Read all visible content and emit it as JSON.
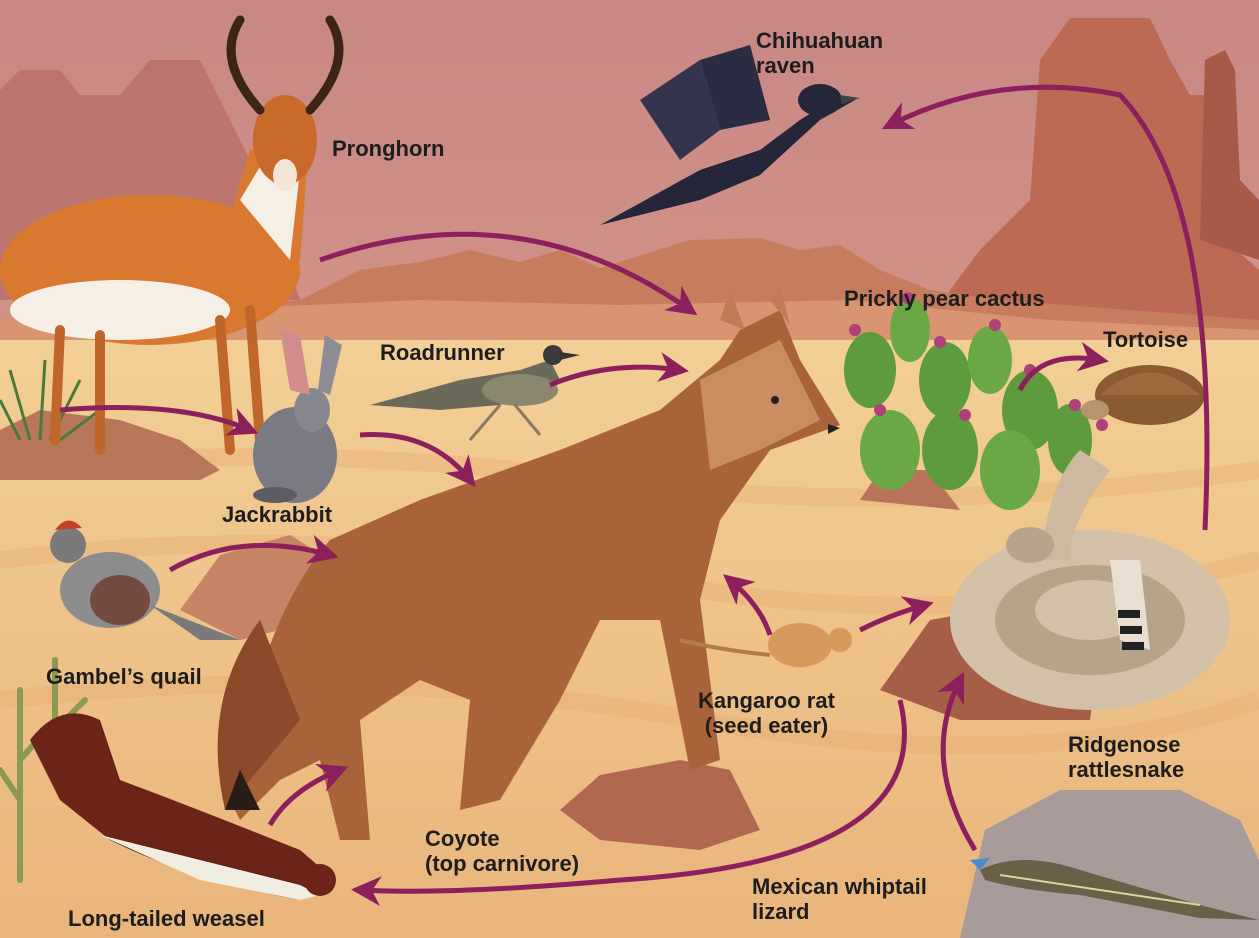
{
  "colors": {
    "sky": "#c98a86",
    "ground": "#f0c98f",
    "arrow": "#8c1f5c",
    "label": "#1d1d1d"
  },
  "organisms": {
    "pronghorn": {
      "label": "Pronghorn",
      "icon": "pronghorn-icon"
    },
    "raven": {
      "line1": "Chihuahuan",
      "line2": "raven",
      "icon": "raven-icon"
    },
    "cactus": {
      "label": "Prickly pear cactus",
      "icon": "cactus-icon"
    },
    "tortoise": {
      "label": "Tortoise",
      "icon": "tortoise-icon"
    },
    "roadrunner": {
      "label": "Roadrunner",
      "icon": "roadrunner-icon"
    },
    "jackrabbit": {
      "label": "Jackrabbit",
      "icon": "jackrabbit-icon"
    },
    "quail": {
      "label": "Gambel’s quail",
      "icon": "quail-icon"
    },
    "weasel": {
      "label": "Long-tailed weasel",
      "icon": "weasel-icon"
    },
    "coyote": {
      "line1": "Coyote",
      "line2": "(top carnivore)",
      "icon": "coyote-icon"
    },
    "kangaroo_rat": {
      "line1": "Kangaroo rat",
      "line2": "(seed eater)",
      "icon": "kangaroo-rat-icon"
    },
    "rattlesnake": {
      "line1": "Ridgenose",
      "line2": "rattlesnake",
      "icon": "rattlesnake-icon"
    },
    "whiptail": {
      "line1": "Mexican whiptail",
      "line2": "lizard",
      "icon": "lizard-icon"
    }
  }
}
